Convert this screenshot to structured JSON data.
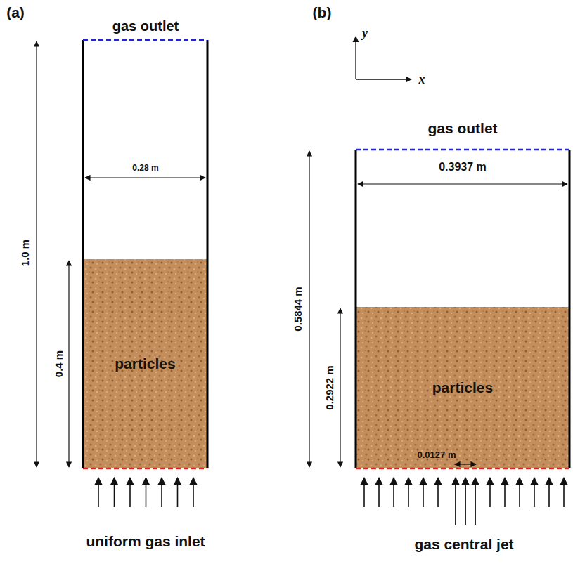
{
  "diagram": {
    "nodes": [
      {
        "text": [
          "particles"
        ]
      },
      {
        "text": [
          "particles"
        ]
      }
    ],
    "labels": [
      "(a)",
      "gas outlet",
      "0.28 m",
      "1.0 m",
      "0.4 m",
      "uniform gas inlet",
      "(b)",
      "y",
      "x",
      "gas outlet",
      "0.3937 m",
      "0.5844 m",
      "0.2922 m",
      "0.0127 m",
      "gas central jet"
    ]
  }
}
